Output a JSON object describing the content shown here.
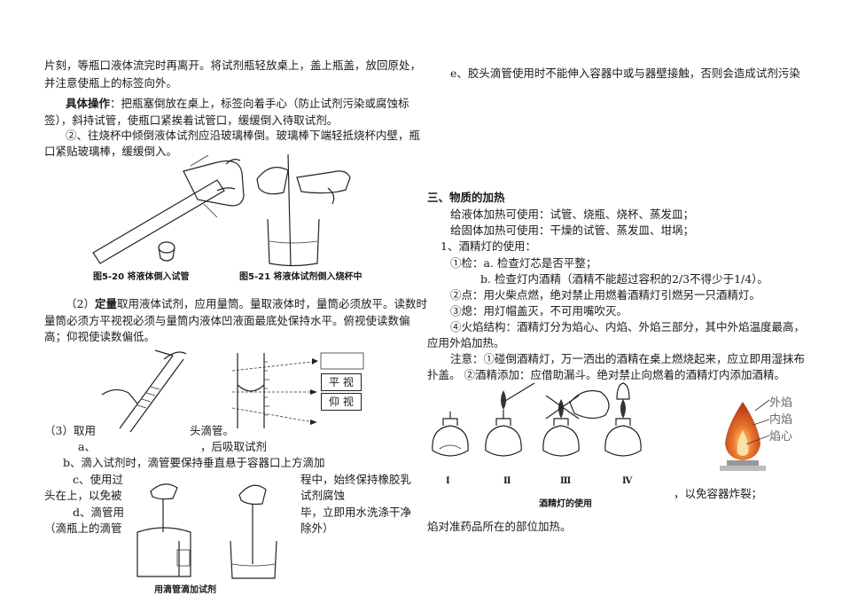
{
  "left": {
    "l1": "片刻，等瓶口液体流完时再离开。将试剂瓶轻放桌上，盖上瓶盖，放回原处，",
    "l2": "并注意使瓶上的标签向外。",
    "l3_bold": "具体操作",
    "l3": "：把瓶塞倒放在桌上，标签向着手心（防止试剂污染或腐蚀标",
    "l4": "签），斜持试管，使瓶口紧挨着试管口，缓缓倒入待取试剂。",
    "l5": "②、往烧杯中倾倒液体试剂应沿玻璃棒倒。玻璃棒下端轻抵烧杯内壁，瓶",
    "l6": "口紧贴玻璃棒，缓缓倒入。",
    "fig_5_20": "图5-20  将液体倒入试管",
    "fig_5_21": "图5-21  将液体试剂倒入烧杯中",
    "q2_a": "（2）",
    "q2_bold": "定量",
    "q2_b": "取用液体试剂，应用量筒。量取液体时，量筒必须放平。读数时",
    "q2_l2": "量筒必须方平视视必须与量筒内液体凹液面最底处保持水平。俯视使读数偏",
    "q2_l3": "高；仰视使读数偏低。",
    "box_top": "",
    "box_ping": "平 视",
    "box_yang": "仰 视",
    "q3_a": "（3）取用",
    "q3_b": "头滴管。",
    "qa": "a、",
    "qa_b": "，后吸取试剂",
    "qb": "b、滴入试剂时，滴管要保持垂直悬于容器口上方滴加",
    "qc_a": "c、使用过",
    "qc_b": "程中，始终保持橡胶乳",
    "qc2_a": "头在上，以免被",
    "qc2_b": "试剂腐蚀",
    "qd_a": "d、滴管用",
    "qd_b": "毕，立即用水洗涤干净",
    "qd2_a": "（滴瓶上的滴管",
    "qd2_b": "除外）",
    "fig_dropper": "用滴管滴加试剂"
  },
  "right": {
    "e": "e、胶头滴管使用时不能伸入容器中或与器壁接触，否则会造成试剂污染",
    "h3": "三、物质的加热",
    "r1": "给液体加热可使用：试管、烧瓶、烧杯、蒸发皿；",
    "r2": "给固体加热可使用：干燥的试管、蒸发皿、坩埚；",
    "r3": "1、酒精灯的使用：",
    "r4": "①检：a.  检查灯芯是否平整；",
    "r5": "b.  检查灯内酒精（酒精不能超过容积的2/3不得少于1/4）。",
    "r6": "②点：用火柴点燃，绝对禁止用燃着酒精灯引燃另一只酒精灯。",
    "r7": "③熄：用灯帽盖灭，不可用嘴吹灭。",
    "r8": "④火焰结构：酒精灯分为焰心、内焰、外焰三部分，其中外焰温度最高，",
    "r9": "应用外焰加热。",
    "r10": "注意：①碰倒酒精灯，万一洒出的酒精在桌上燃烧起来，应立即用湿抹布",
    "r11": "扑盖。   ②酒精添加：应借助漏斗。绝对禁止向燃着的酒精灯内添加酒精。",
    "lamp_I": "I",
    "lamp_II": "Ⅱ",
    "lamp_III": "Ⅲ",
    "lamp_IV": "Ⅳ",
    "fig_lamp": "酒精灯的使用",
    "flame_outer": "外焰",
    "flame_inner": "内焰",
    "flame_core": "焰心",
    "r12": "，以免容器炸裂；",
    "r13": "焰对准药品所在的部位加热。"
  }
}
